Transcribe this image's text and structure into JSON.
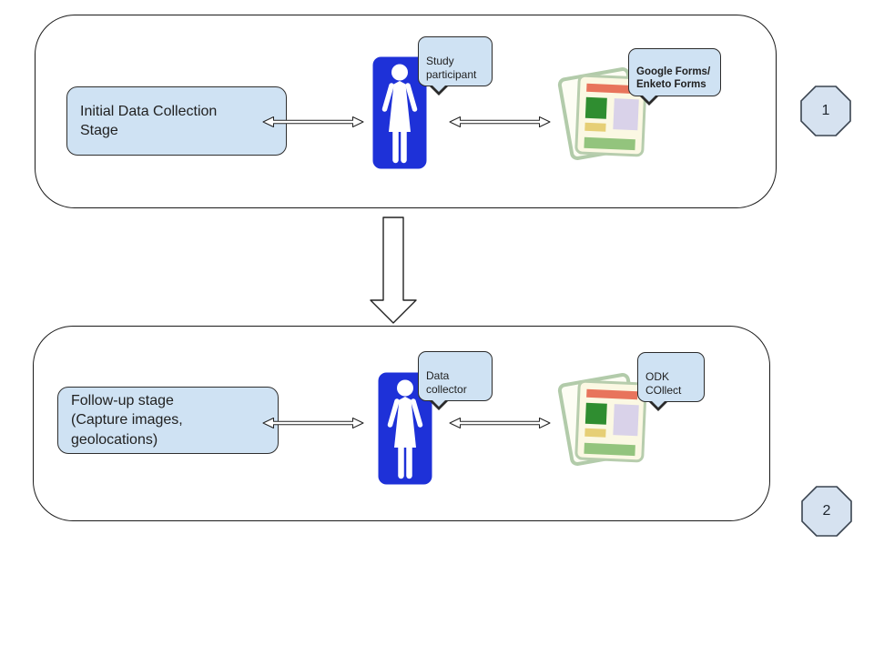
{
  "diagram": {
    "stages": [
      {
        "badge": "1",
        "label": "Initial Data Collection\nStage",
        "actor_callout": "Study\nparticipant",
        "tool_callout": "Google Forms/\nEnketo Forms"
      },
      {
        "badge": "2",
        "label": "Follow-up stage\n(Capture images,\ngeolocations)",
        "actor_callout": "Data\ncollector",
        "tool_callout": "ODK\nCOllect"
      }
    ],
    "icons": {
      "actor_icon": "woman-sign-icon",
      "tool_icon": "forms-document-icon",
      "flow_icon": "down-arrow-icon",
      "link_icon": "double-arrow-icon",
      "badge_shape": "octagon-badge"
    },
    "colors": {
      "shape_fill": "#cfe2f3",
      "shape_border": "#2b2b2b",
      "container_border": "#1a1a1a",
      "person_sign_blue": "#1e31d8",
      "form_card_bg": "#fbf8e3",
      "form_card_border": "#b7cdad",
      "form_header_orange": "#e8745c",
      "form_green_dark": "#2f8d30",
      "form_lavender": "#d9d2e9",
      "form_yellow": "#e6cf76",
      "form_green_light": "#93c47d",
      "octagon_fill": "#d6e2f0",
      "text": "#212121"
    }
  }
}
